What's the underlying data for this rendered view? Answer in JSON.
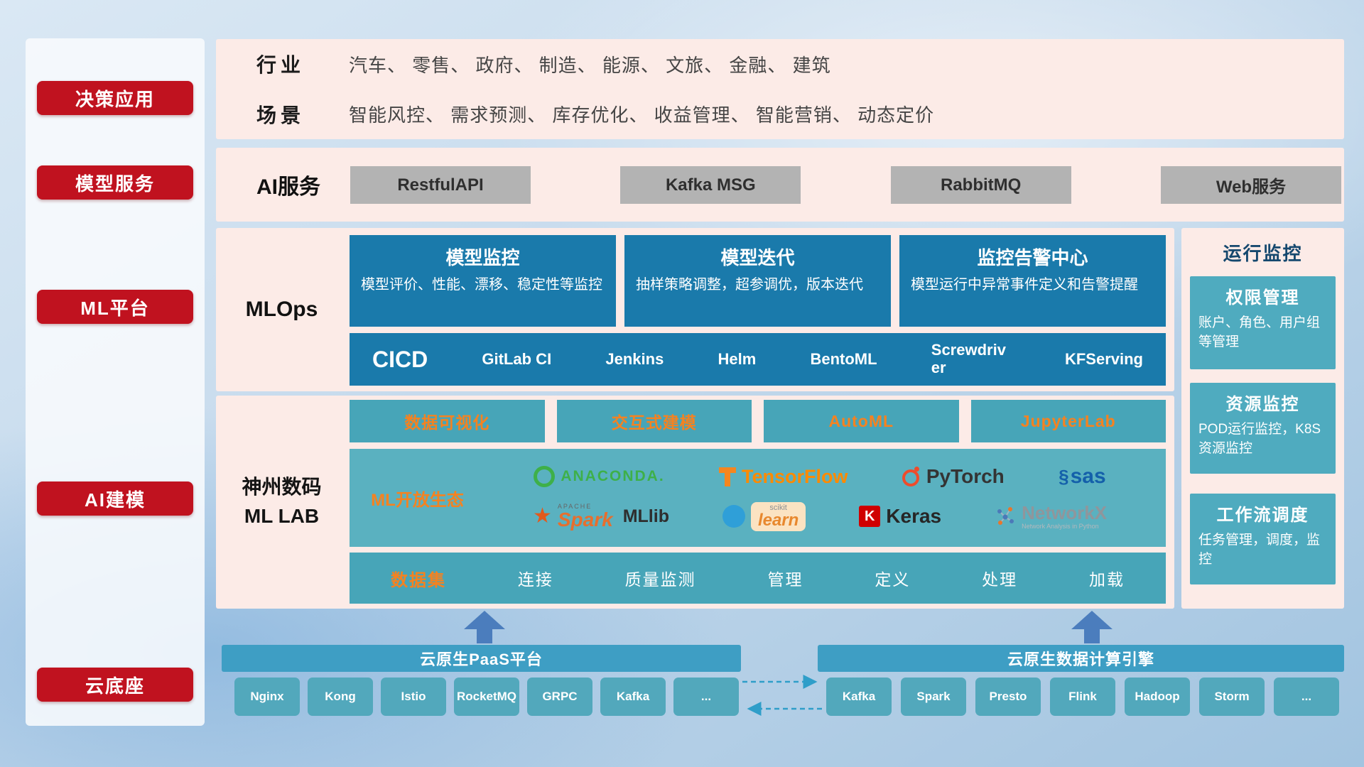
{
  "sidebar": {
    "items": [
      "决策应用",
      "模型服务",
      "ML平台",
      "AI建模",
      "云底座"
    ]
  },
  "industry": {
    "row1_label": "行业",
    "row1_value": "汽车、 零售、 政府、 制造、 能源、 文旅、 金融、 建筑",
    "row2_label": "场景",
    "row2_value": "智能风控、 需求预测、 库存优化、 收益管理、 智能营销、 动态定价"
  },
  "ai_service": {
    "label": "AI服务",
    "buttons": [
      "RestfulAPI",
      "Kafka MSG",
      "RabbitMQ",
      "Web服务"
    ]
  },
  "mlops": {
    "label": "MLOps",
    "cards": [
      {
        "title": "模型监控",
        "desc": "模型评价、性能、漂移、稳定性等监控"
      },
      {
        "title": "模型迭代",
        "desc": "抽样策略调整，超参调优，版本迭代"
      },
      {
        "title": "监控告警中心",
        "desc": "模型运行中异常事件定义和告警提醒"
      }
    ],
    "cicd_label": "CICD",
    "cicd_items": [
      "GitLab CI",
      "Jenkins",
      "Helm",
      "BentoML",
      "Screwdriver",
      "KFServing"
    ]
  },
  "mllab": {
    "label_line1": "神州数码",
    "label_line2": "ML LAB",
    "tools": [
      "数据可视化",
      "交互式建模",
      "AutoML",
      "JupyterLab"
    ],
    "eco_label": "ML开放生态",
    "logos": {
      "anaconda": "ANACONDA.",
      "tensorflow": "TensorFlow",
      "pytorch": "PyTorch",
      "sas": "sas",
      "spark_apache": "APACHE",
      "spark": "Spark",
      "mllib": "MLlib",
      "sklearn_top": "scikit",
      "sklearn": "learn",
      "keras_k": "K",
      "keras": "Keras",
      "networkx": "NetworkX",
      "networkx_sub": "Network Analysis in Python"
    },
    "dataset_label": "数据集",
    "dataset_items": [
      "连接",
      "质量监测",
      "管理",
      "定义",
      "处理",
      "加载"
    ]
  },
  "monitor": {
    "title": "运行监控",
    "cards": [
      {
        "title": "权限管理",
        "desc": "账户、角色、用户组等管理"
      },
      {
        "title": "资源监控",
        "desc": "POD运行监控，K8S资源监控"
      },
      {
        "title": "工作流调度",
        "desc": "任务管理，调度，监控"
      }
    ]
  },
  "bottom": {
    "paas_title": "云原生PaaS平台",
    "paas_items": [
      "Nginx",
      "Kong",
      "Istio",
      "RocketMQ",
      "GRPC",
      "Kafka",
      "..."
    ],
    "engine_title": "云原生数据计算引擎",
    "engine_items": [
      "Kafka",
      "Spark",
      "Presto",
      "Flink",
      "Hadoop",
      "Storm",
      "..."
    ]
  }
}
